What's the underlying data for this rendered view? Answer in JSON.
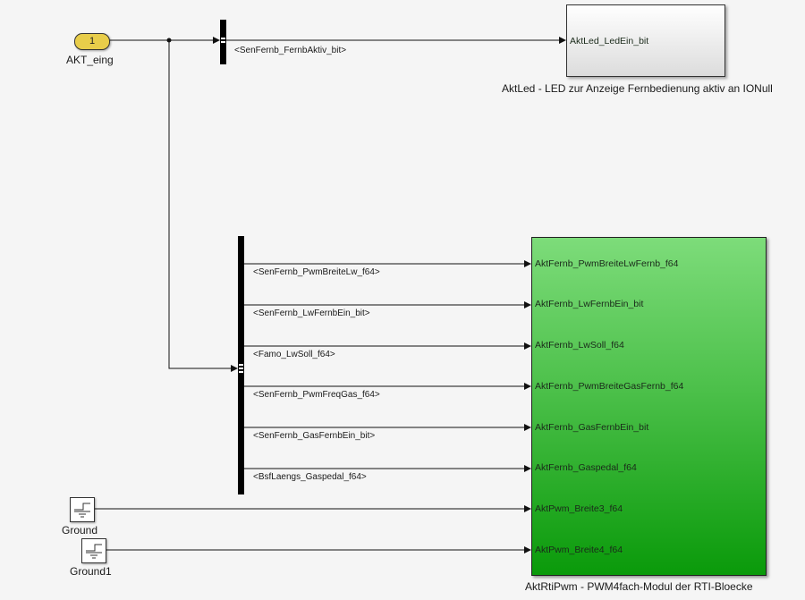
{
  "inport": {
    "number": "1",
    "name": "AKT_eing"
  },
  "bus_selector_top": {
    "signals": [
      "<SenFernb_FernbAktiv_bit>"
    ]
  },
  "bus_selector_main": {
    "signals": [
      "<SenFernb_PwmBreiteLw_f64>",
      "<SenFernb_LwFernbEin_bit>",
      "<Famo_LwSoll_f64>",
      "<SenFernb_PwmFreqGas_f64>",
      "<SenFernb_GasFernbEin_bit>",
      "<BsfLaengs_Gaspedal_f64>"
    ]
  },
  "led_block": {
    "port": "AktLed_LedEin_bit",
    "name": "AktLed - LED zur Anzeige Fernbedienung aktiv an IONull"
  },
  "pwm_block": {
    "ports": [
      "AktFernb_PwmBreiteLwFernb_f64",
      "AktFernb_LwFernbEin_bit",
      "AktFernb_LwSoll_f64",
      "AktFernb_PwmBreiteGasFernb_f64",
      "AktFernb_GasFernbEin_bit",
      "AktFernb_Gaspedal_f64",
      "AktPwm_Breite3_f64",
      "AktPwm_Breite4_f64"
    ],
    "name": "AktRtiPwm - PWM4fach-Modul der RTI-Bloecke"
  },
  "ground_blocks": [
    {
      "name": "Ground"
    },
    {
      "name": "Ground1"
    }
  ],
  "colors": {
    "background": "#f5f5f5",
    "inport_fill": "#e8cd4a",
    "pwm_block_top": "#7ddc7a",
    "pwm_block_bottom": "#0a9a0a",
    "line": "#1a1a1a"
  }
}
